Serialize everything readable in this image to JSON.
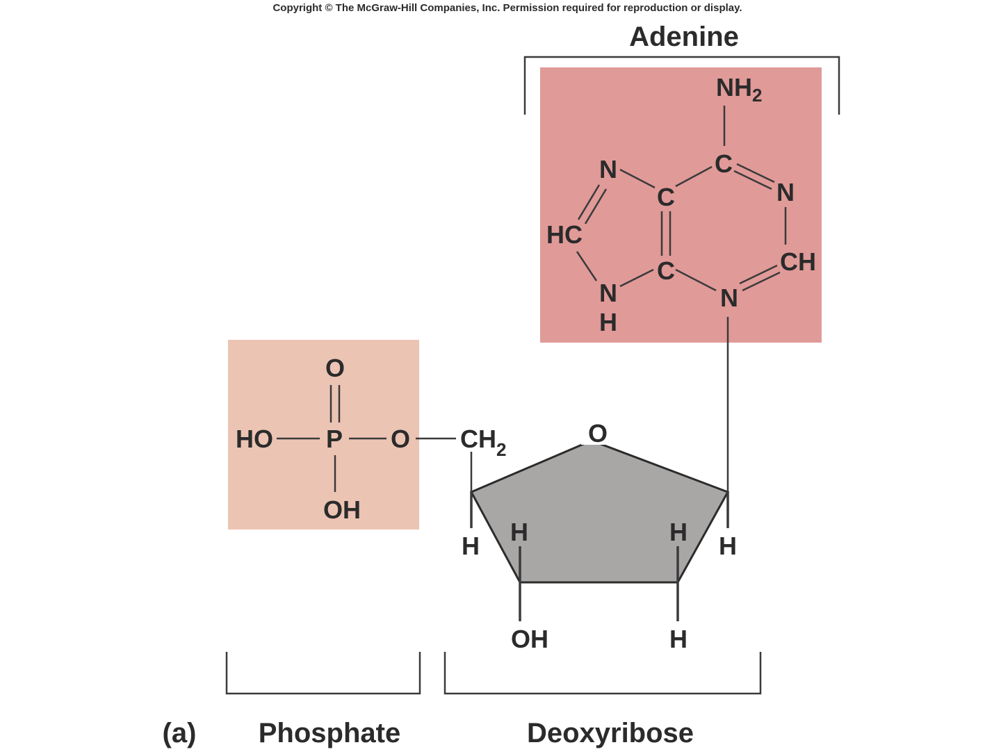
{
  "copyright": "Copyright © The McGraw-Hill Companies, Inc. Permission required for reproduction or display.",
  "panel_label": "(a)",
  "labels": {
    "adenine": "Adenine",
    "phosphate": "Phosphate",
    "deoxyribose": "Deoxyribose"
  },
  "phosphate_group": {
    "top_o": "O",
    "ho": "HO",
    "p": "P",
    "o": "O",
    "oh": "OH"
  },
  "sugar": {
    "ch2_main": "CH",
    "ch2_sub": "2",
    "ring_o": "O",
    "h_c4": "H",
    "h_c3_up": "H",
    "h_c2_up": "H",
    "h_c1": "H",
    "oh_c3": "OH",
    "h_c2_down": "H"
  },
  "adenine_base": {
    "nh2_main": "NH",
    "nh2_sub": "2",
    "c6": "C",
    "n1": "N",
    "ch2_pos": "CH",
    "n3": "N",
    "c4": "C",
    "c5": "C",
    "n7": "N",
    "hc8": "HC",
    "n9": "N",
    "h9": "H"
  },
  "colors": {
    "adenine_box": "#e09a98",
    "phosphate_box": "#ecc4b4",
    "sugar_fill": "#a9a6a6",
    "ink": "#2b2b2b"
  }
}
